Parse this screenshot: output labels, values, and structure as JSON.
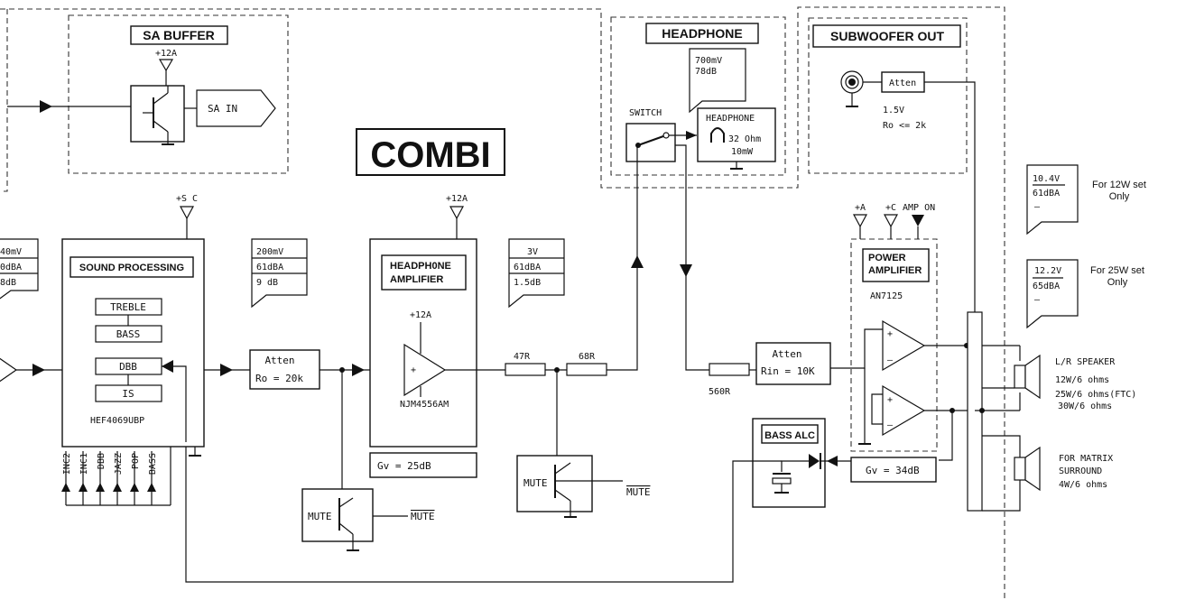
{
  "diagram": {
    "title": "COMBI",
    "sa_buffer": {
      "label": "SA BUFFER",
      "supply": "+12A",
      "out": "SA IN"
    },
    "headphone": {
      "label": "HEADPHONE",
      "level1": "700mV",
      "level2": "78dB",
      "switch": "SWITCH",
      "phones": "HEADPHONE",
      "ohm": "32 Ohm",
      "mw": "10mW"
    },
    "subwoofer": {
      "label": "SUBWOOFER OUT",
      "atten": "Atten",
      "v": "1.5V",
      "ro": "Ro <= 2k"
    },
    "sound_proc": {
      "label": "SOUND PROCESSING",
      "supply": "+S C",
      "treble": "TREBLE",
      "bass": "BASS",
      "dbb": "DBB",
      "is": "IS",
      "ic": "HEF4069UBP",
      "inputs": [
        "INC2",
        "INC1",
        "DBB",
        "JAZZ",
        "POP",
        "BASS"
      ]
    },
    "flag_left": {
      "l1": "40mV",
      "l2": "0dBA",
      "l3": "8dB"
    },
    "flag_a": {
      "l1": "200mV",
      "l2": "61dBA",
      "l3": "9 dB"
    },
    "flag_b": {
      "l1": "3V",
      "l2": "61dBA",
      "l3": "1.5dB"
    },
    "atten1": {
      "l1": "Atten",
      "l2": "Ro = 20k"
    },
    "hp_amp": {
      "label1": "HEADPH0NE",
      "label2": "AMPLIFIER",
      "supply_top": "+12A",
      "supply": "+12A",
      "ic": "NJM4556AM",
      "gain": "Gv = 25dB"
    },
    "res": {
      "r1": "47R",
      "r2": "68R",
      "r3": "560R"
    },
    "mute": {
      "label": "MUTE",
      "sig": "MUTE"
    },
    "atten2": {
      "l1": "Atten",
      "l2": "Rin = 10K"
    },
    "power_amp": {
      "label1": "POWER",
      "label2": "AMPLIFIER",
      "ic": "AN7125",
      "pa": "+A",
      "pc": "+C",
      "ampon": "AMP ON",
      "gain": "Gv = 34dB"
    },
    "bass_alc": {
      "label": "BASS ALC"
    },
    "flag_12w": {
      "l1": "10.4V",
      "l2": "61dBA",
      "l3": "—",
      "note1": "For 12W set",
      "note2": "Only"
    },
    "flag_25w": {
      "l1": "12.2V",
      "l2": "65dBA",
      "l3": "—",
      "note1": "For 25W set",
      "note2": "Only"
    },
    "speaker_lr": {
      "l1": "L/R SPEAKER",
      "l2": "12W/6 ohms",
      "l3": "25W/6 ohms(FTC)",
      "l4": "30W/6 ohms"
    },
    "speaker_matrix": {
      "l1": "FOR MATRIX",
      "l2": "SURROUND",
      "l3": "4W/6 ohms"
    }
  }
}
